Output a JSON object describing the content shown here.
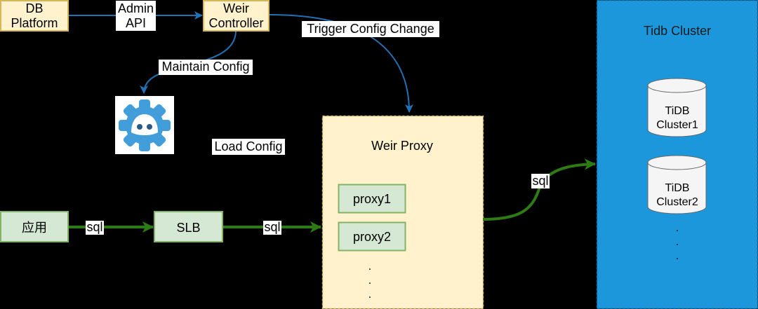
{
  "colors": {
    "background": "#000000",
    "control_flow": "#2072b4",
    "data_flow": "#2d7b14",
    "yellow_fill": "#fff2cc",
    "yellow_stroke": "#d6b656",
    "green_fill": "#d5e8d4",
    "green_stroke": "#82b366",
    "cluster_fill": "#1c97db",
    "cluster_stroke": "#0a6aa6",
    "label_background": "#ffffff",
    "etcd_blue": "#419eda"
  },
  "nodes": {
    "db_platform": {
      "lines": [
        "DB",
        "Platform"
      ]
    },
    "weir_controller": {
      "lines": [
        "Weir",
        "Controller"
      ]
    },
    "etcd": {
      "icon": "etcd-icon"
    },
    "app": {
      "label": "应用"
    },
    "slb": {
      "label": "SLB"
    },
    "weir_proxy": {
      "title": "Weir Proxy",
      "instances": [
        "proxy1",
        "proxy2"
      ],
      "more": [
        ".",
        ".",
        "."
      ]
    },
    "tidb_cluster": {
      "title": "Tidb Cluster",
      "clusters": [
        {
          "lines": [
            "TiDB",
            "Cluster1"
          ]
        },
        {
          "lines": [
            "TiDB",
            "Cluster2"
          ]
        }
      ],
      "more": [
        ".",
        ".",
        "."
      ]
    }
  },
  "edges": {
    "db_platform_to_controller": {
      "label_lines": [
        "Admin",
        "API"
      ]
    },
    "controller_to_proxy": {
      "label": "Trigger Config Change"
    },
    "controller_to_etcd": {
      "label": "Maintain Config"
    },
    "etcd_to_proxy": {
      "label": "Load Config"
    },
    "app_to_slb": {
      "label": "sql"
    },
    "slb_to_proxy": {
      "label": "sql"
    },
    "proxy_to_tidb": {
      "label": "sql"
    }
  }
}
